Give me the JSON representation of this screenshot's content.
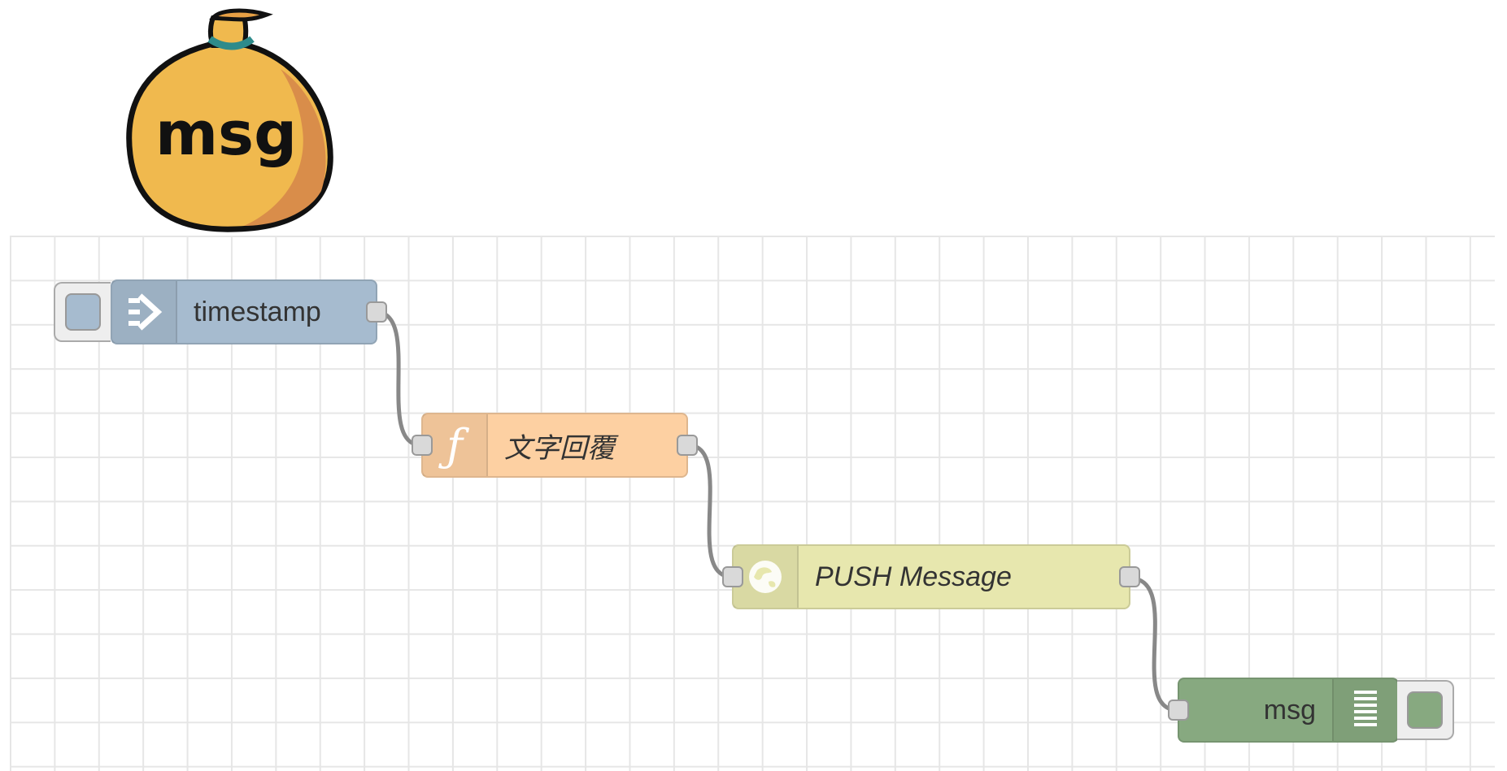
{
  "logo": {
    "text": "msg"
  },
  "nodes": [
    {
      "id": "inject",
      "label": "timestamp",
      "icon": "arrow-in-icon",
      "color": "#a6bbcf"
    },
    {
      "id": "function",
      "label": "文字回覆",
      "icon": "function-icon",
      "color": "#fdd0a2"
    },
    {
      "id": "http",
      "label": "PUSH Message",
      "icon": "globe-icon",
      "color": "#e7e7ae"
    },
    {
      "id": "debug",
      "label": "msg",
      "icon": "debug-list-icon",
      "color": "#87a980"
    }
  ]
}
